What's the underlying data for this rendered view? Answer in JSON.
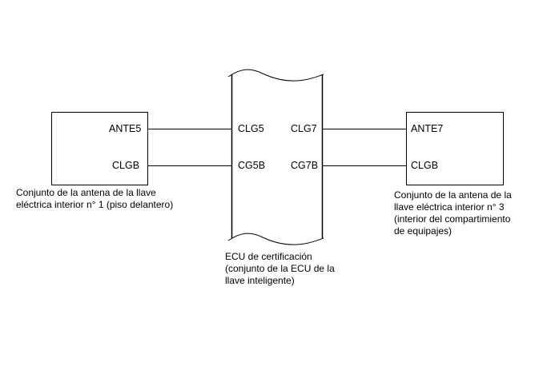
{
  "left_module": {
    "pins": [
      "ANTE5",
      "CLGB"
    ],
    "caption": [
      "Conjunto de la antena de la llave",
      "eléctrica interior n° 1 (piso delantero)"
    ]
  },
  "ecu": {
    "left_pins": [
      "CLG5",
      "CG5B"
    ],
    "right_pins": [
      "CLG7",
      "CG7B"
    ],
    "caption": [
      "ECU de certificación",
      "(conjunto de la ECU de la",
      "llave inteligente)"
    ]
  },
  "right_module": {
    "pins": [
      "ANTE7",
      "CLGB"
    ],
    "caption": [
      "Conjunto de la antena de la",
      "llave eléctrica interior n° 3",
      "(interior del compartimiento",
      "de equipajes)"
    ]
  }
}
